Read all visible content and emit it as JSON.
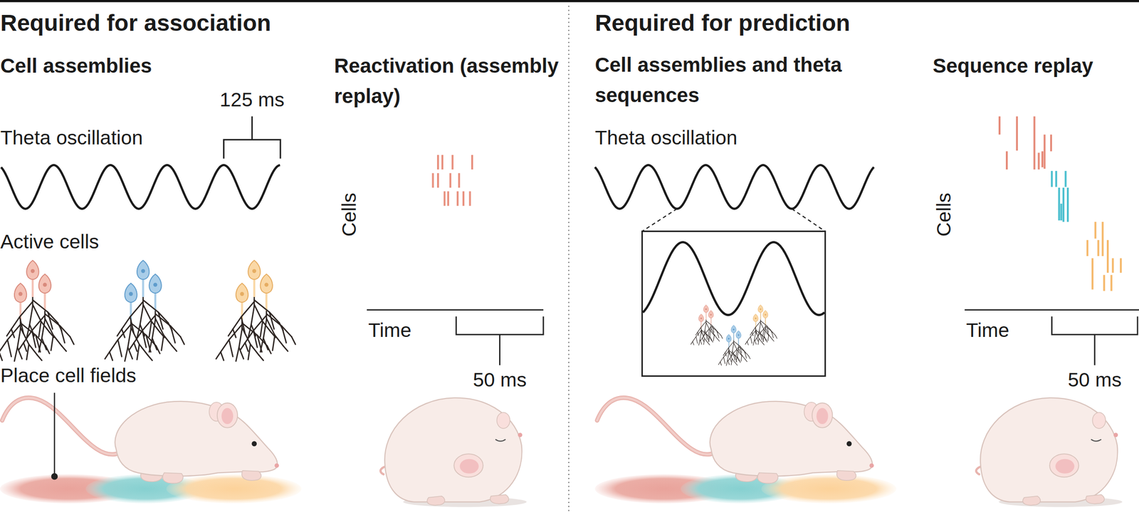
{
  "diagram": {
    "labels": [
      "Required for association",
      "Cell assemblies",
      "125 ms",
      "Theta oscillation",
      "Active cells",
      "Place cell fields",
      "Reactivation (assembly replay)",
      "Cells",
      "Time",
      "50 ms",
      "Required for prediction",
      "Cell assemblies and theta sequences",
      "Theta oscillation",
      "Sequence replay",
      "Cells",
      "Time",
      "50 ms"
    ]
  }
}
